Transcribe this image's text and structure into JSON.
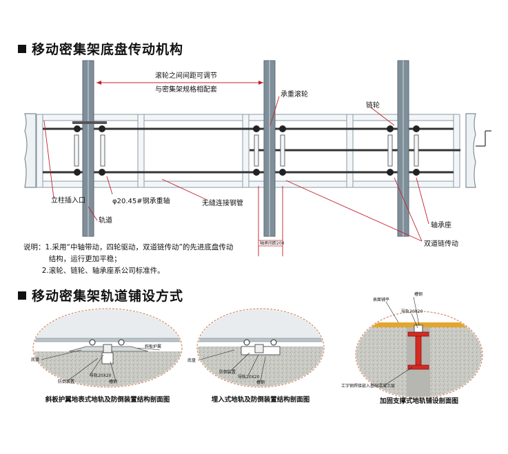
{
  "section1": {
    "title": "移动密集架底盘传动机构"
  },
  "section2": {
    "title": "移动密集架轨道铺设方式"
  },
  "diagram1": {
    "labels": {
      "spacing_line1": "滚轮之间间距可调节",
      "spacing_line2": "与密集架规格相配套",
      "bearing_wheel": "承重滚轮",
      "sprocket": "链轮",
      "column_socket": "立柱插入口",
      "shaft": "φ20.45#钢承重轴",
      "seamless_pipe": "无缝连接钢管",
      "rail": "轨道",
      "bearing_seat": "轴承座",
      "double_chain": "双道链传动",
      "dimension": "轴承间距200"
    },
    "notes": [
      "说明：1.采用“中轴带动，四轮驱动，双道链传动”的先进底盘传动",
      "           结构，运行更加平稳；",
      "        2.滚轮、链轮、轴承座系公司标准件。"
    ]
  },
  "rails": {
    "left": {
      "caption": "斜板护翼地表式地轨及防倒装置结构剖面图",
      "labels": {
        "floor": "底盘",
        "wing": "斜板护翼",
        "anti_tip": "防倒装置",
        "rail_spec": "导轨20X20",
        "groove": "槽钢"
      }
    },
    "middle": {
      "caption": "埋入式地轨及防倒装置结构剖面图",
      "labels": {
        "floor": "底盘",
        "anti_tip": "防倒装置",
        "rail_spec": "导轨20X20",
        "groove": "槽钢"
      }
    },
    "right": {
      "caption": "加固支撑式地轨铺设剖面图",
      "labels": {
        "surface": "表面铺平",
        "groove": "槽钢",
        "rail_spec": "导轨20X20",
        "note": "工字钢焊接嵌入基础混凝土层"
      }
    }
  },
  "colors": {
    "frame_fill": "#f3f6f8",
    "frame_stroke": "#8a9aa5",
    "column": "#7f8f9a",
    "leader_red": "#c0202a",
    "ibeam_red": "#d42a24",
    "concrete": "#c9c9c4",
    "surface_yellow": "#e6a52a"
  }
}
